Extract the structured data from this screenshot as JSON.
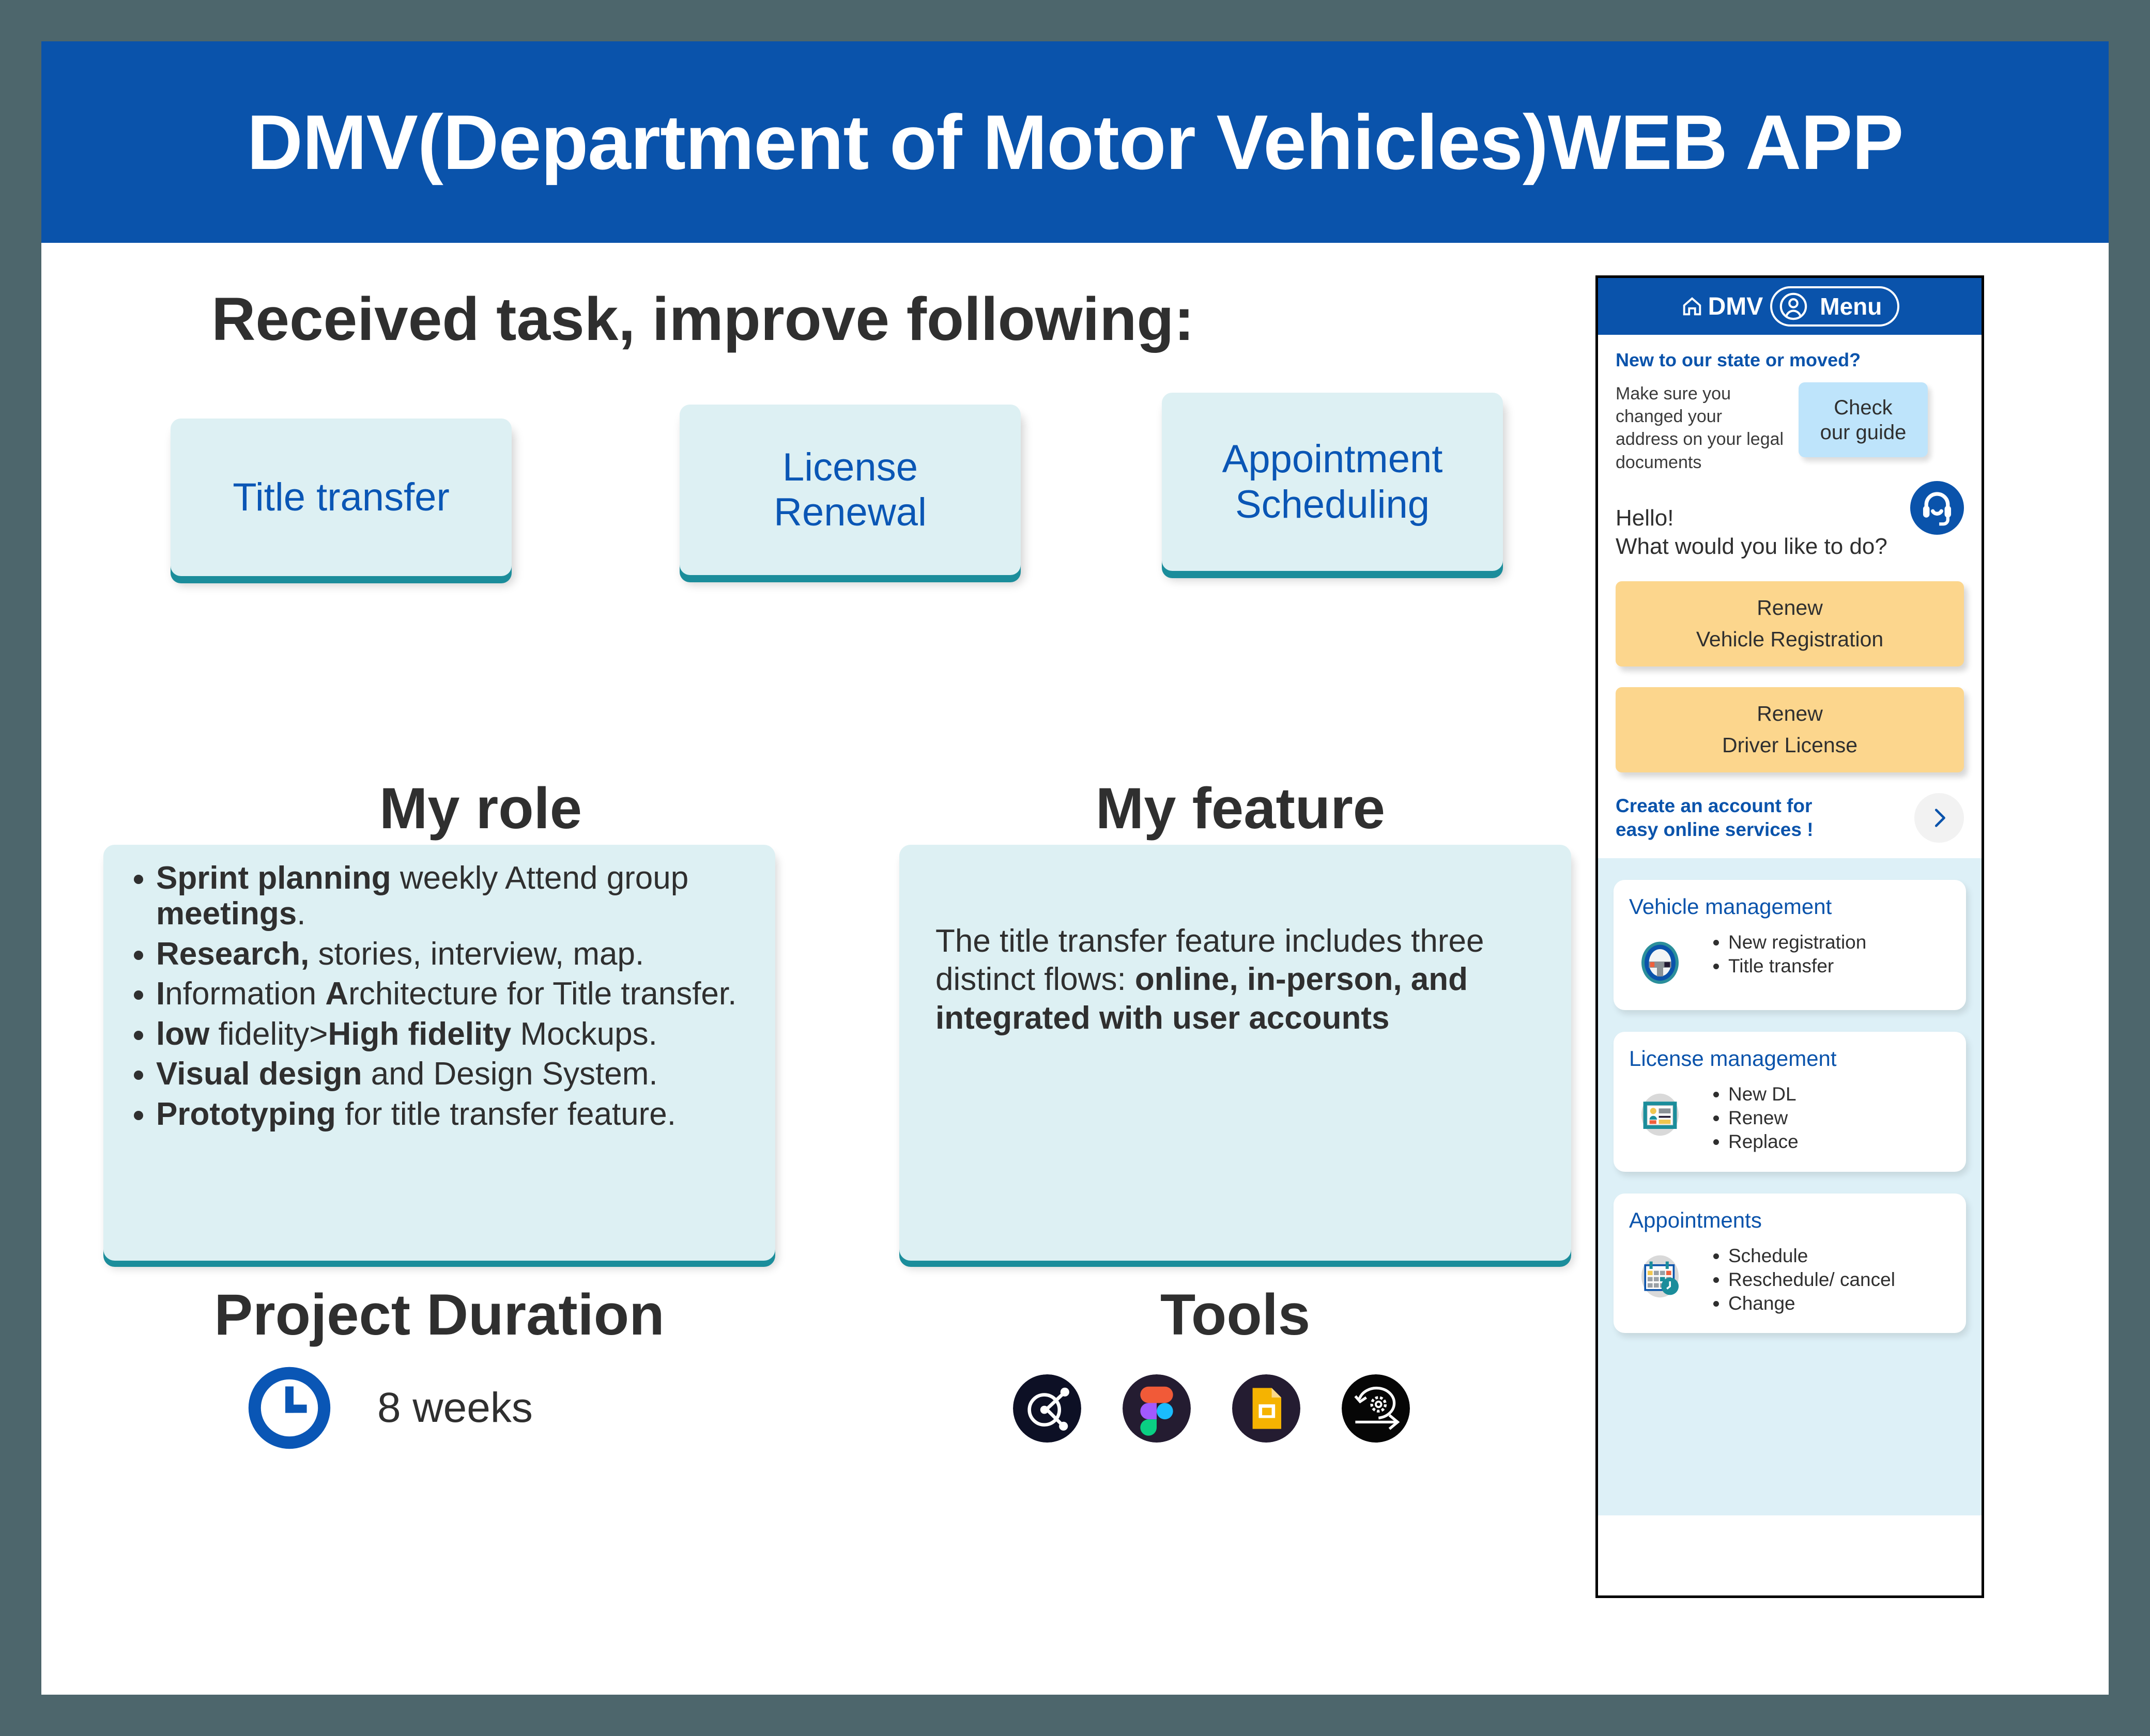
{
  "header": {
    "title": "DMV(Department of Motor Vehicles)WEB APP"
  },
  "main": {
    "received_title": "Received task, improve following:",
    "feature_cards": [
      {
        "label": "Title transfer"
      },
      {
        "label": "License\nRenewal"
      },
      {
        "label": "Appointment\nScheduling"
      }
    ],
    "role": {
      "heading": "My role",
      "items": [
        {
          "bold": "Sprint planning",
          "rest": " weekly Attend group ",
          "bold2": "meetings",
          "rest2": "."
        },
        {
          "bold": "Research,",
          "rest": " stories, interview, map."
        },
        {
          "bold": "I",
          "rest": "nformation ",
          "bold2": "A",
          "rest2": "rchitecture for Title transfer."
        },
        {
          "bold": "low",
          "rest": " fidelity>",
          "bold2": "High fidelity",
          "rest2": " Mockups."
        },
        {
          "bold": "Visual design",
          "rest": " and Design System."
        },
        {
          "bold": "Prototyping",
          "rest": " for  title transfer feature."
        }
      ]
    },
    "feature": {
      "heading": "My feature",
      "text_plain": "The title transfer feature includes three distinct flows: ",
      "text_bold": "online, in-person, and integrated with user accounts"
    },
    "duration": {
      "heading": "Project Duration",
      "value": "8 weeks",
      "icon": "clock-icon"
    },
    "tools": {
      "heading": "Tools",
      "items": [
        {
          "name": "figjam-icon"
        },
        {
          "name": "figma-icon"
        },
        {
          "name": "google-slides-icon"
        },
        {
          "name": "agile-scrum-icon"
        }
      ]
    }
  },
  "phone": {
    "header": {
      "brand": "DMV",
      "menu_label": "Menu",
      "home_icon": "home-icon",
      "account_icon": "account-icon"
    },
    "new_state_heading": "New to our state  or moved?",
    "address_text": "Make sure you changed your address on your legal documents",
    "guide_button": "Check\nour guide",
    "support_icon": "headset-support-icon",
    "greeting_line1": "Hello!",
    "greeting_line2": "What would you like to do?",
    "actions": [
      {
        "line1": "Renew",
        "line2": "Vehicle Registration"
      },
      {
        "line1": "Renew",
        "line2": "Driver License"
      }
    ],
    "create_account": "Create an account  for easy online services !",
    "chevron_icon": "chevron-right-icon",
    "cards": [
      {
        "title": "Vehicle management",
        "icon": "steering-wheel-icon",
        "items": [
          "New registration",
          "Title transfer"
        ]
      },
      {
        "title": "License management",
        "icon": "id-card-icon",
        "items": [
          "New DL",
          "Renew",
          "Replace"
        ]
      },
      {
        "title": "Appointments",
        "icon": "calendar-clock-icon",
        "items": [
          "Schedule",
          "Reschedule/ cancel",
          "Change"
        ]
      }
    ]
  },
  "colors": {
    "page_background": "#4d666c",
    "canvas": "#ffffff",
    "header_blue": "#0a53ab",
    "card_mint": "#ddf0f3",
    "card_shadow_teal": "#1b8d9b",
    "link_blue": "#0a56b5",
    "orange_button": "#fcd68d",
    "guide_blue": "#bee4fb",
    "phone_lower_bg": "#ddf0f7",
    "text_dark": "#2f2f2f"
  }
}
